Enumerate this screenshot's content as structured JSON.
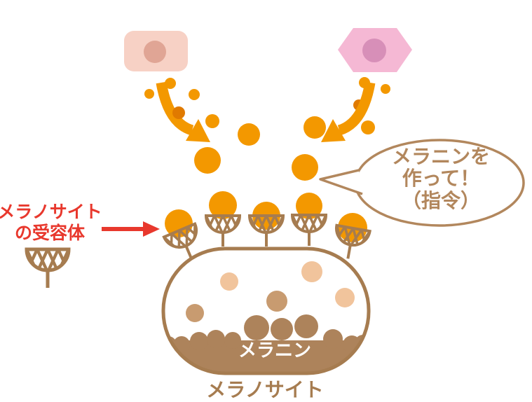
{
  "title": "melanocyte-melanin-diagram",
  "palette": {
    "orange": "#F39800",
    "orange_dark": "#E07A00",
    "brown": "#A67C50",
    "melanin_brown": "#AD835B",
    "bubble_brown": "#B2875D",
    "red": "#E8382D",
    "cell_left_fill": "#F7D1C5",
    "cell_left_nucleus": "#E0A595",
    "cell_right_fill": "#F5B8D4",
    "cell_right_nucleus": "#D78FB8",
    "tan_dot": "#F1C49C",
    "mid_brown_dot": "#C89B70",
    "background": "#FFFFFF"
  },
  "labels": {
    "receptor_caption": {
      "line1": "メラノサイト",
      "line2": "の受容体"
    },
    "bubble": {
      "line1": "メラニンを",
      "line2": "作って！",
      "line3": "（指令）"
    },
    "melanin": "メラニン",
    "melanocyte": "メラノサイト"
  },
  "icons": {
    "receptor": "basket-lattice-receptor-icon",
    "signal_arrow": "curved-orange-arrow",
    "pointer_arrow": "red-right-arrow",
    "cell_left": "rounded-rectangle-skin-cell",
    "cell_right": "hexagonal-skin-cell"
  }
}
